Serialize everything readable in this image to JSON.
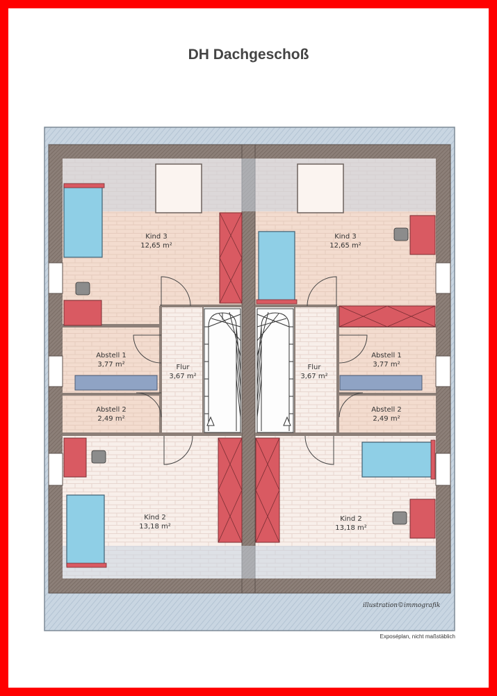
{
  "page": {
    "title": "DH Dachgeschoß",
    "credit": "illustration©immografik",
    "note": "Exposéplan, nicht maßstäblich"
  },
  "rooms": {
    "left": {
      "kind3": {
        "name": "Kind 3",
        "area": "12,65 m²"
      },
      "abstell1": {
        "name": "Abstell 1",
        "area": "3,77 m²"
      },
      "flur": {
        "name": "Flur",
        "area": "3,67 m²"
      },
      "abstell2": {
        "name": "Abstell 2",
        "area": "2,49 m²"
      },
      "kind2": {
        "name": "Kind 2",
        "area": "13,18 m²"
      }
    },
    "right": {
      "kind3": {
        "name": "Kind 3",
        "area": "12,65 m²"
      },
      "abstell1": {
        "name": "Abstell 1",
        "area": "3,77 m²"
      },
      "flur": {
        "name": "Flur",
        "area": "3,67 m²"
      },
      "abstell2": {
        "name": "Abstell 2",
        "area": "2,49 m²"
      },
      "kind2": {
        "name": "Kind 2",
        "area": "13,18 m²"
      }
    }
  },
  "colors": {
    "frame": "#ff0000",
    "roof": "#c9d6e2",
    "wall": "#8c7f78",
    "floor_warm": "#f5dfd2",
    "floor_light": "#f8efea",
    "furniture_red": "#d95a62",
    "bed_blue": "#8fcfe6",
    "storage_blue": "#8fa3c4"
  }
}
